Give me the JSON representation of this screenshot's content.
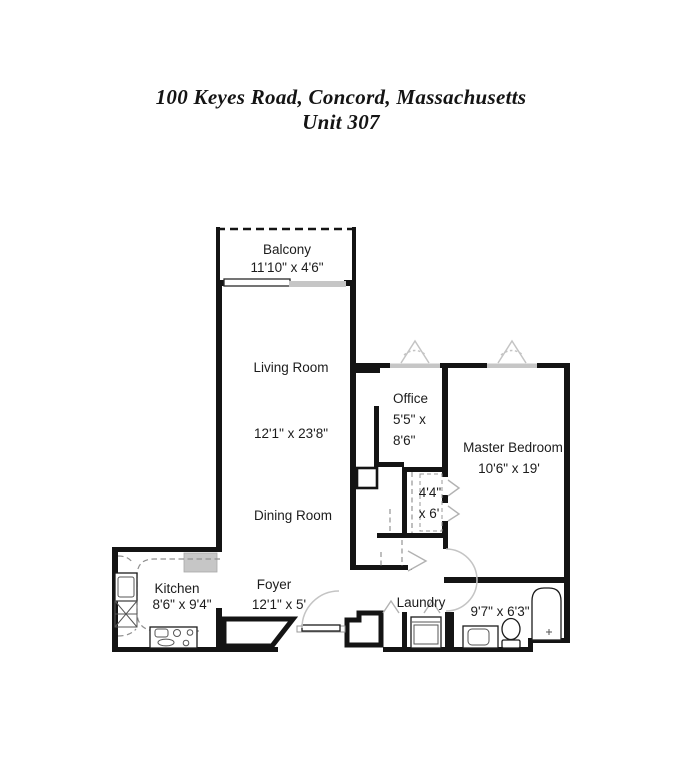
{
  "title": {
    "line1": "100 Keyes Road, Concord, Massachusetts",
    "line2": "Unit 307"
  },
  "rooms": {
    "balcony": {
      "name": "Balcony",
      "dims": "11'10\" x 4'6\""
    },
    "living": {
      "name": "Living Room",
      "dims": "12'1\" x 23'8\""
    },
    "office": {
      "name": "Office",
      "dims_line1": "5'5\" x",
      "dims_line2": "8'6\""
    },
    "master": {
      "name": "Master Bedroom",
      "dims": "10'6\" x 19'"
    },
    "closet": {
      "dims_line1": "4'4\"",
      "dims_line2": "x 6'"
    },
    "dining": {
      "name": "Dining Room"
    },
    "kitchen": {
      "name": "Kitchen",
      "dims": "8'6\" x 9'4\""
    },
    "foyer": {
      "name": "Foyer",
      "dims": "12'1\" x 5'"
    },
    "laundry": {
      "name": "Laundry"
    },
    "bathroom": {
      "dims": "9'7\" x 6'3\""
    }
  },
  "icons": [
    "kitchen-sink-icon",
    "pantry-x-icon",
    "stove-icon",
    "refrigerator-icon",
    "washer-icon",
    "vanity-sink-icon",
    "toilet-icon",
    "bathtub-icon",
    "window-casement-icon",
    "door-swing-icon",
    "bifold-door-icon",
    "sliding-door-icon"
  ],
  "colors": {
    "wall": "#141414",
    "window_fill": "#c6c6c6",
    "door_symbol": "#c4c4c4",
    "dashed_lines": "#8a8a8a",
    "text": "#1c1c1c",
    "background": "#ffffff"
  }
}
